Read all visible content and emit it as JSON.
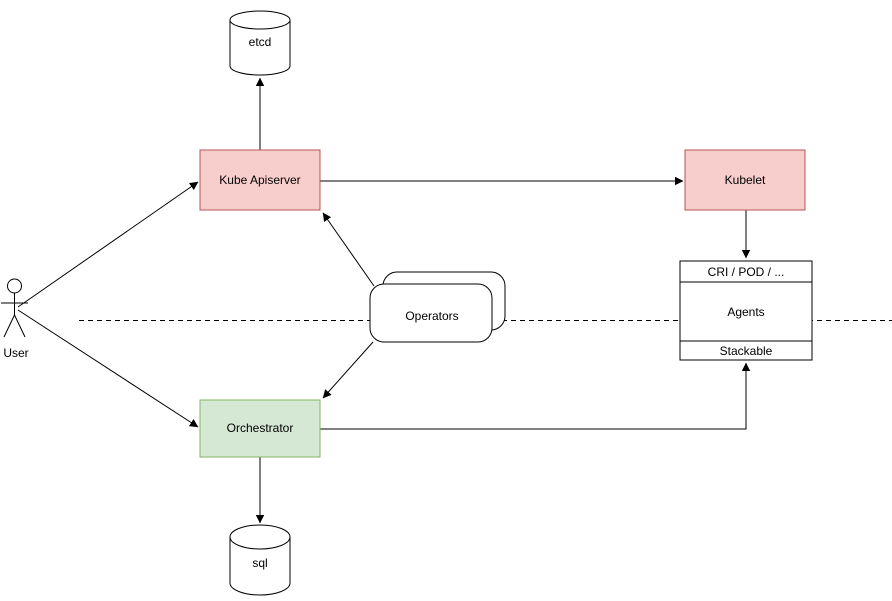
{
  "diagram": {
    "colors": {
      "red_fill": "#f8cecc",
      "red_stroke": "#b85450",
      "green_fill": "#d5e8d4",
      "green_stroke": "#82b366",
      "plain_stroke": "#000000",
      "line": "#000000"
    },
    "nodes": {
      "user": {
        "label": "User"
      },
      "etcd": {
        "label": "etcd"
      },
      "kube_apiserver": {
        "label": "Kube Apiserver"
      },
      "kubelet": {
        "label": "Kubelet"
      },
      "operators": {
        "label": "Operators"
      },
      "orchestrator": {
        "label": "Orchestrator"
      },
      "sql": {
        "label": "sql"
      },
      "agents_stack": {
        "header": "CRI / POD / ...",
        "label": "Agents",
        "footer": "Stackable"
      }
    },
    "edges": [
      {
        "from": "user",
        "to": "kube_apiserver",
        "arrow": "end"
      },
      {
        "from": "user",
        "to": "orchestrator",
        "arrow": "end"
      },
      {
        "from": "kube_apiserver",
        "to": "etcd",
        "arrow": "end"
      },
      {
        "from": "kube_apiserver",
        "to": "kubelet",
        "arrow": "end"
      },
      {
        "from": "operators",
        "to": "kube_apiserver",
        "arrow": "end"
      },
      {
        "from": "operators",
        "to": "orchestrator",
        "arrow": "end"
      },
      {
        "from": "orchestrator",
        "to": "sql",
        "arrow": "end"
      },
      {
        "from": "orchestrator",
        "to": "agents_stack",
        "arrow": "end"
      },
      {
        "from": "kubelet",
        "to": "agents_stack",
        "arrow": "end"
      },
      {
        "from": "boundary",
        "to": "boundary",
        "style": "dashed",
        "arrow": "none"
      }
    ]
  }
}
